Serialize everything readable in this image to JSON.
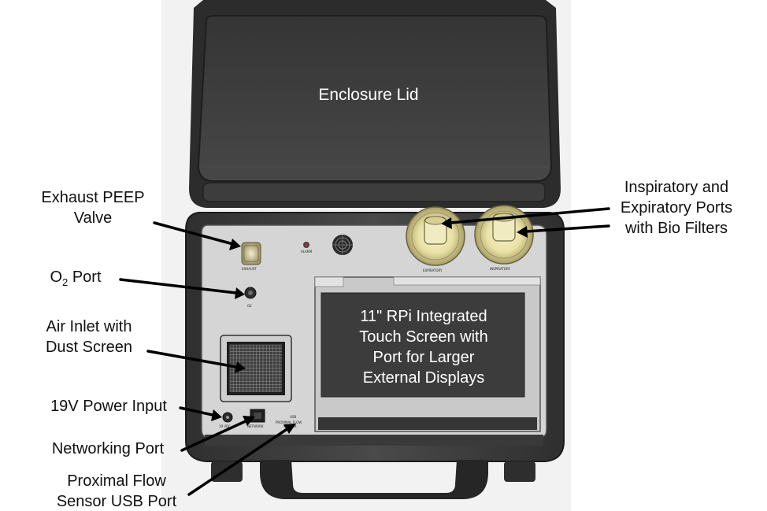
{
  "callouts": {
    "enclosure_lid": "Enclosure Lid",
    "exhaust_peep": [
      "Exhaust PEEP",
      "Valve"
    ],
    "o2_port": {
      "o": "O",
      "sub": "2",
      "rest": " Port"
    },
    "air_inlet": [
      "Air Inlet with",
      "Dust Screen"
    ],
    "power_input": "19V Power Input",
    "networking_port": "Networking Port",
    "proximal_flow": [
      "Proximal Flow",
      "Sensor USB Port"
    ],
    "insp_exp_ports": [
      "Inspiratory and",
      "Expiratory Ports",
      "with Bio Filters"
    ],
    "touch_screen": [
      "11\" RPi Integrated",
      "Touch Screen with",
      "Port for Larger",
      "External Displays"
    ]
  },
  "colors": {
    "case_dark": "#3a3a3a",
    "case_mid": "#4a4a4a",
    "panel": "#d7d7d7",
    "screen": "#3c3c3c",
    "filter_yellow": "#e8e2b0",
    "arrow": "#000000"
  }
}
